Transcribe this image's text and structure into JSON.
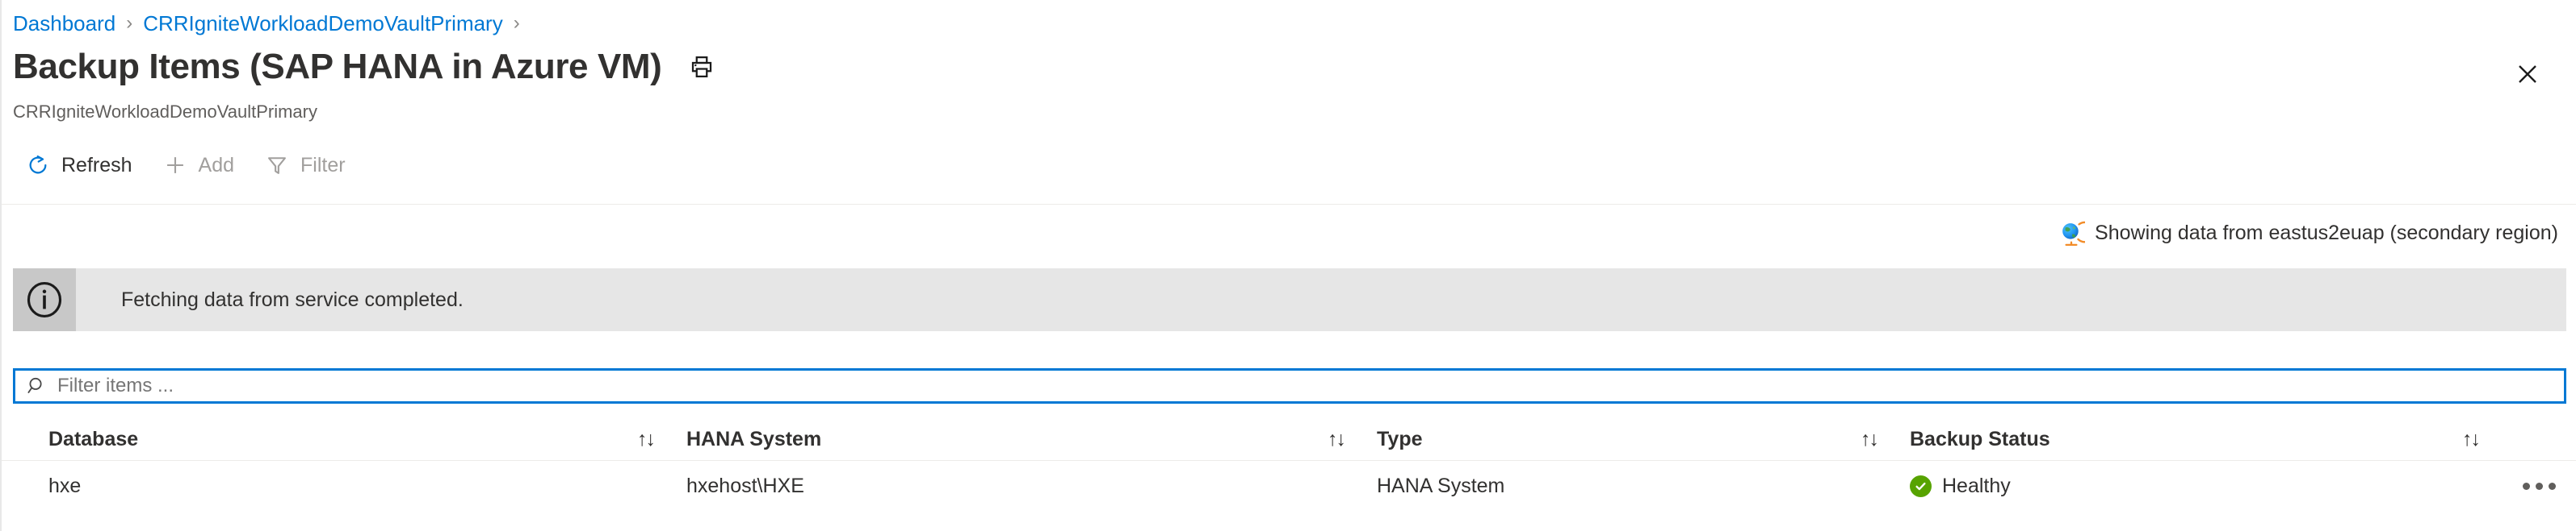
{
  "breadcrumb": {
    "items": [
      {
        "label": "Dashboard"
      },
      {
        "label": "CRRIgniteWorkloadDemoVaultPrimary"
      }
    ],
    "separator": "›"
  },
  "header": {
    "title": "Backup Items (SAP HANA in Azure VM)",
    "subtitle": "CRRIgniteWorkloadDemoVaultPrimary",
    "print_icon": "print-icon",
    "close_icon": "close-icon"
  },
  "toolbar": {
    "refresh_label": "Refresh",
    "refresh_icon": "refresh-icon",
    "add_label": "Add",
    "add_icon": "plus-icon",
    "filter_label": "Filter",
    "filter_icon": "funnel-icon"
  },
  "region_notice": {
    "icon": "globe-icon",
    "text": "Showing data from eastus2euap (secondary region)"
  },
  "info_banner": {
    "icon": "info-icon",
    "message": "Fetching data from service completed."
  },
  "search": {
    "icon": "search-icon",
    "placeholder": "Filter items ...",
    "value": ""
  },
  "table": {
    "columns": [
      {
        "label": "Database",
        "sort_icon": "↑↓"
      },
      {
        "label": "HANA System",
        "sort_icon": "↑↓"
      },
      {
        "label": "Type",
        "sort_icon": "↑↓"
      },
      {
        "label": "Backup Status",
        "sort_icon": "↑↓"
      }
    ],
    "rows": [
      {
        "database": "hxe",
        "hana_system": "hxehost\\HXE",
        "type": "HANA System",
        "status": "Healthy",
        "status_color": "#57a300",
        "menu_icon": "ellipsis-icon"
      }
    ]
  },
  "colors": {
    "link": "#0078d4",
    "accent": "#0078d4",
    "healthy": "#57a300",
    "banner_bg": "#e6e6e6",
    "banner_icon_bg": "#c8c8c8",
    "disabled_text": "#a19f9d"
  }
}
